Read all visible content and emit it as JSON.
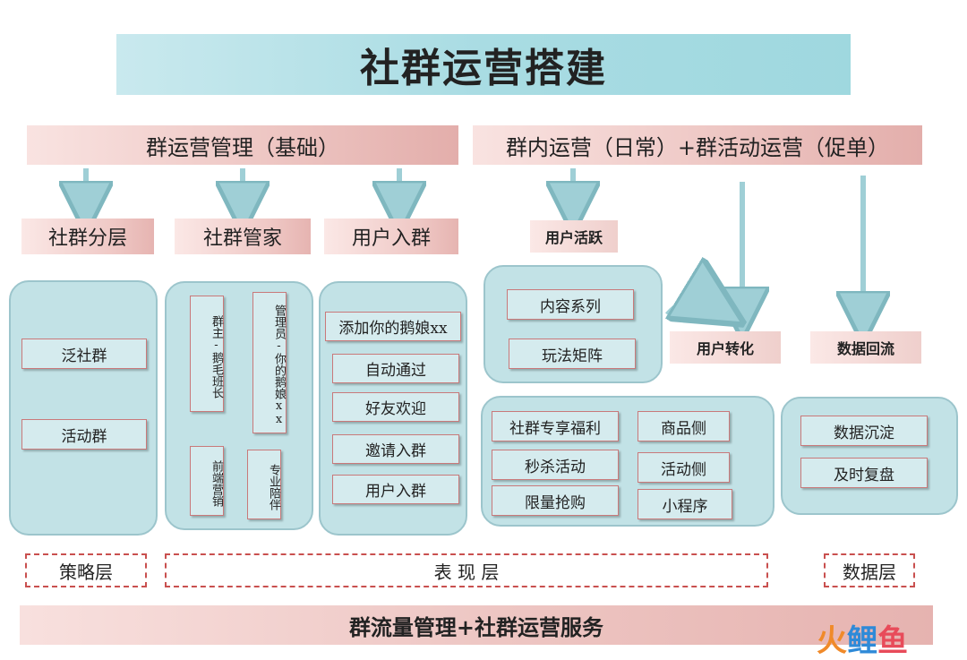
{
  "title": "社群运营搭建",
  "section_left": "群运营管理（基础）",
  "section_right": "群内运营（日常）+群活动运营（促单）",
  "columns": {
    "layering": {
      "header": "社群分层",
      "items": [
        "泛社群",
        "活动群"
      ]
    },
    "steward": {
      "header": "社群管家",
      "items": [
        "群主-鹅毛班长",
        "管理员-你的鹅娘xx",
        "前端营销",
        "专业陪伴"
      ]
    },
    "join": {
      "header": "用户入群",
      "items": [
        "添加你的鹅娘xx",
        "自动通过",
        "好友欢迎",
        "邀请入群",
        "用户入群"
      ]
    },
    "active": {
      "header": "用户活跃",
      "items": [
        "内容系列",
        "玩法矩阵"
      ]
    },
    "conversion": {
      "header": "用户转化",
      "left_items": [
        "社群专享福利",
        "秒杀活动",
        "限量抢购"
      ],
      "right_items": [
        "商品侧",
        "活动侧",
        "小程序"
      ]
    },
    "data": {
      "header": "数据回流",
      "items": [
        "数据沉淀",
        "及时复盘"
      ]
    }
  },
  "layers": {
    "strategy": "策略层",
    "presentation": "表 现 层",
    "data": "数据层"
  },
  "footer": "群流量管理+社群运营服务",
  "logo": {
    "part1": "火",
    "part2": "鲤",
    "part3": "鱼"
  },
  "colors": {
    "title_bg": "#a9dce3",
    "panel_bg": "#c2e2e6",
    "item_border": "#c9797a",
    "dashed_border": "#c9504f",
    "arrow": "#9fcfd6"
  }
}
